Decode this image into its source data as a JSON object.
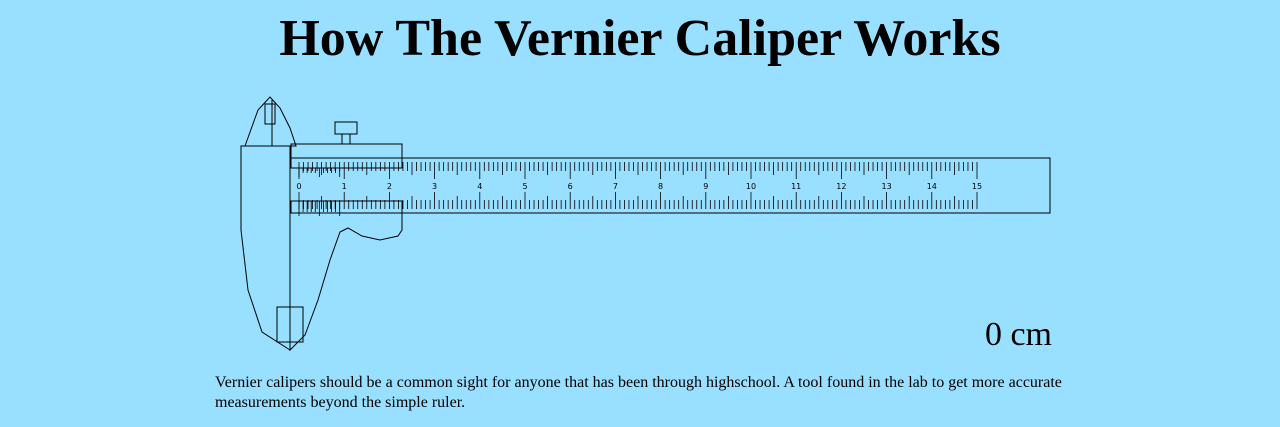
{
  "page": {
    "title": "How The Vernier Caliper Works",
    "background_color": "#99dfff"
  },
  "caliper": {
    "reading_value": "0",
    "reading_unit": "cm",
    "reading_text": "0 cm",
    "main_scale_labels": [
      "0",
      "1",
      "2",
      "3",
      "4",
      "5",
      "6",
      "7",
      "8",
      "9",
      "10",
      "11",
      "12",
      "13",
      "14",
      "15"
    ],
    "stroke_color": "#000000"
  },
  "description": {
    "text": "Vernier calipers should be a common sight for anyone that has been through highschool. A tool found in the lab to get more accurate measurements beyond the simple ruler."
  }
}
